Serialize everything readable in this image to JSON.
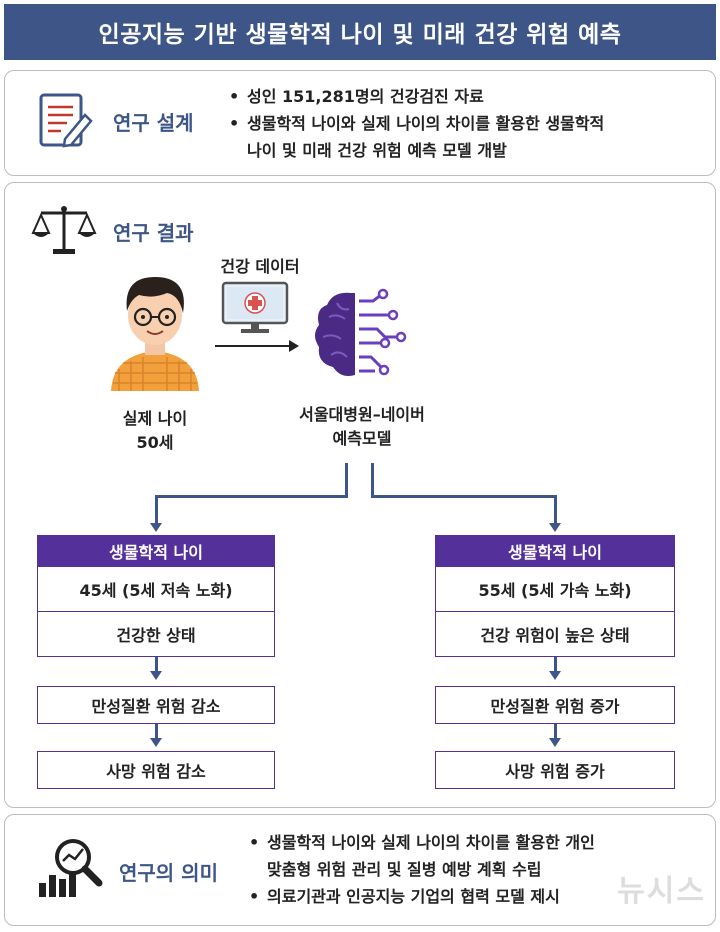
{
  "title": "인공지능 기반 생물학적 나이 및 미래 건강 위험 예측",
  "design": {
    "label": "연구 설계",
    "icon": "document-pen-icon",
    "bullets": [
      "성인 151,281명의 건강검진 자료",
      "생물학적 나이와 실제 나이의 차이를 활용한 생물학적",
      "나이 및 미래 건강 위험 예측 모델 개발"
    ]
  },
  "results": {
    "label": "연구 결과",
    "icon": "scale-icon",
    "data_label": "건강 데이터",
    "person_caption_1": "실제 나이",
    "person_caption_2": "50세",
    "model_caption_1": "서울대병원–네이버",
    "model_caption_2": "예측모델",
    "left": {
      "head": "생물학적 나이",
      "age": "45세 (5세 저속 노화)",
      "state": "건강한 상태",
      "chronic": "만성질환 위험 감소",
      "death": "사망 위험 감소"
    },
    "right": {
      "head": "생물학적 나이",
      "age": "55세 (5세 가속 노화)",
      "state": "건강 위험이 높은 상태",
      "chronic": "만성질환 위험 증가",
      "death": "사망 위험 증가"
    }
  },
  "meaning": {
    "label": "연구의 의미",
    "icon": "analytics-magnifier-icon",
    "bullets": [
      "생물학적 나이와 실제 나이의 차이를 활용한 개인",
      "맞춤형 위험 관리 및 질병 예방 계획 수립",
      "의료기관과 인공지능 기업의 협력 모델 제시"
    ]
  },
  "watermark": "뉴시스",
  "colors": {
    "title_bg": "#3d5687",
    "accent_text": "#3d5687",
    "box_purple": "#54309a"
  }
}
